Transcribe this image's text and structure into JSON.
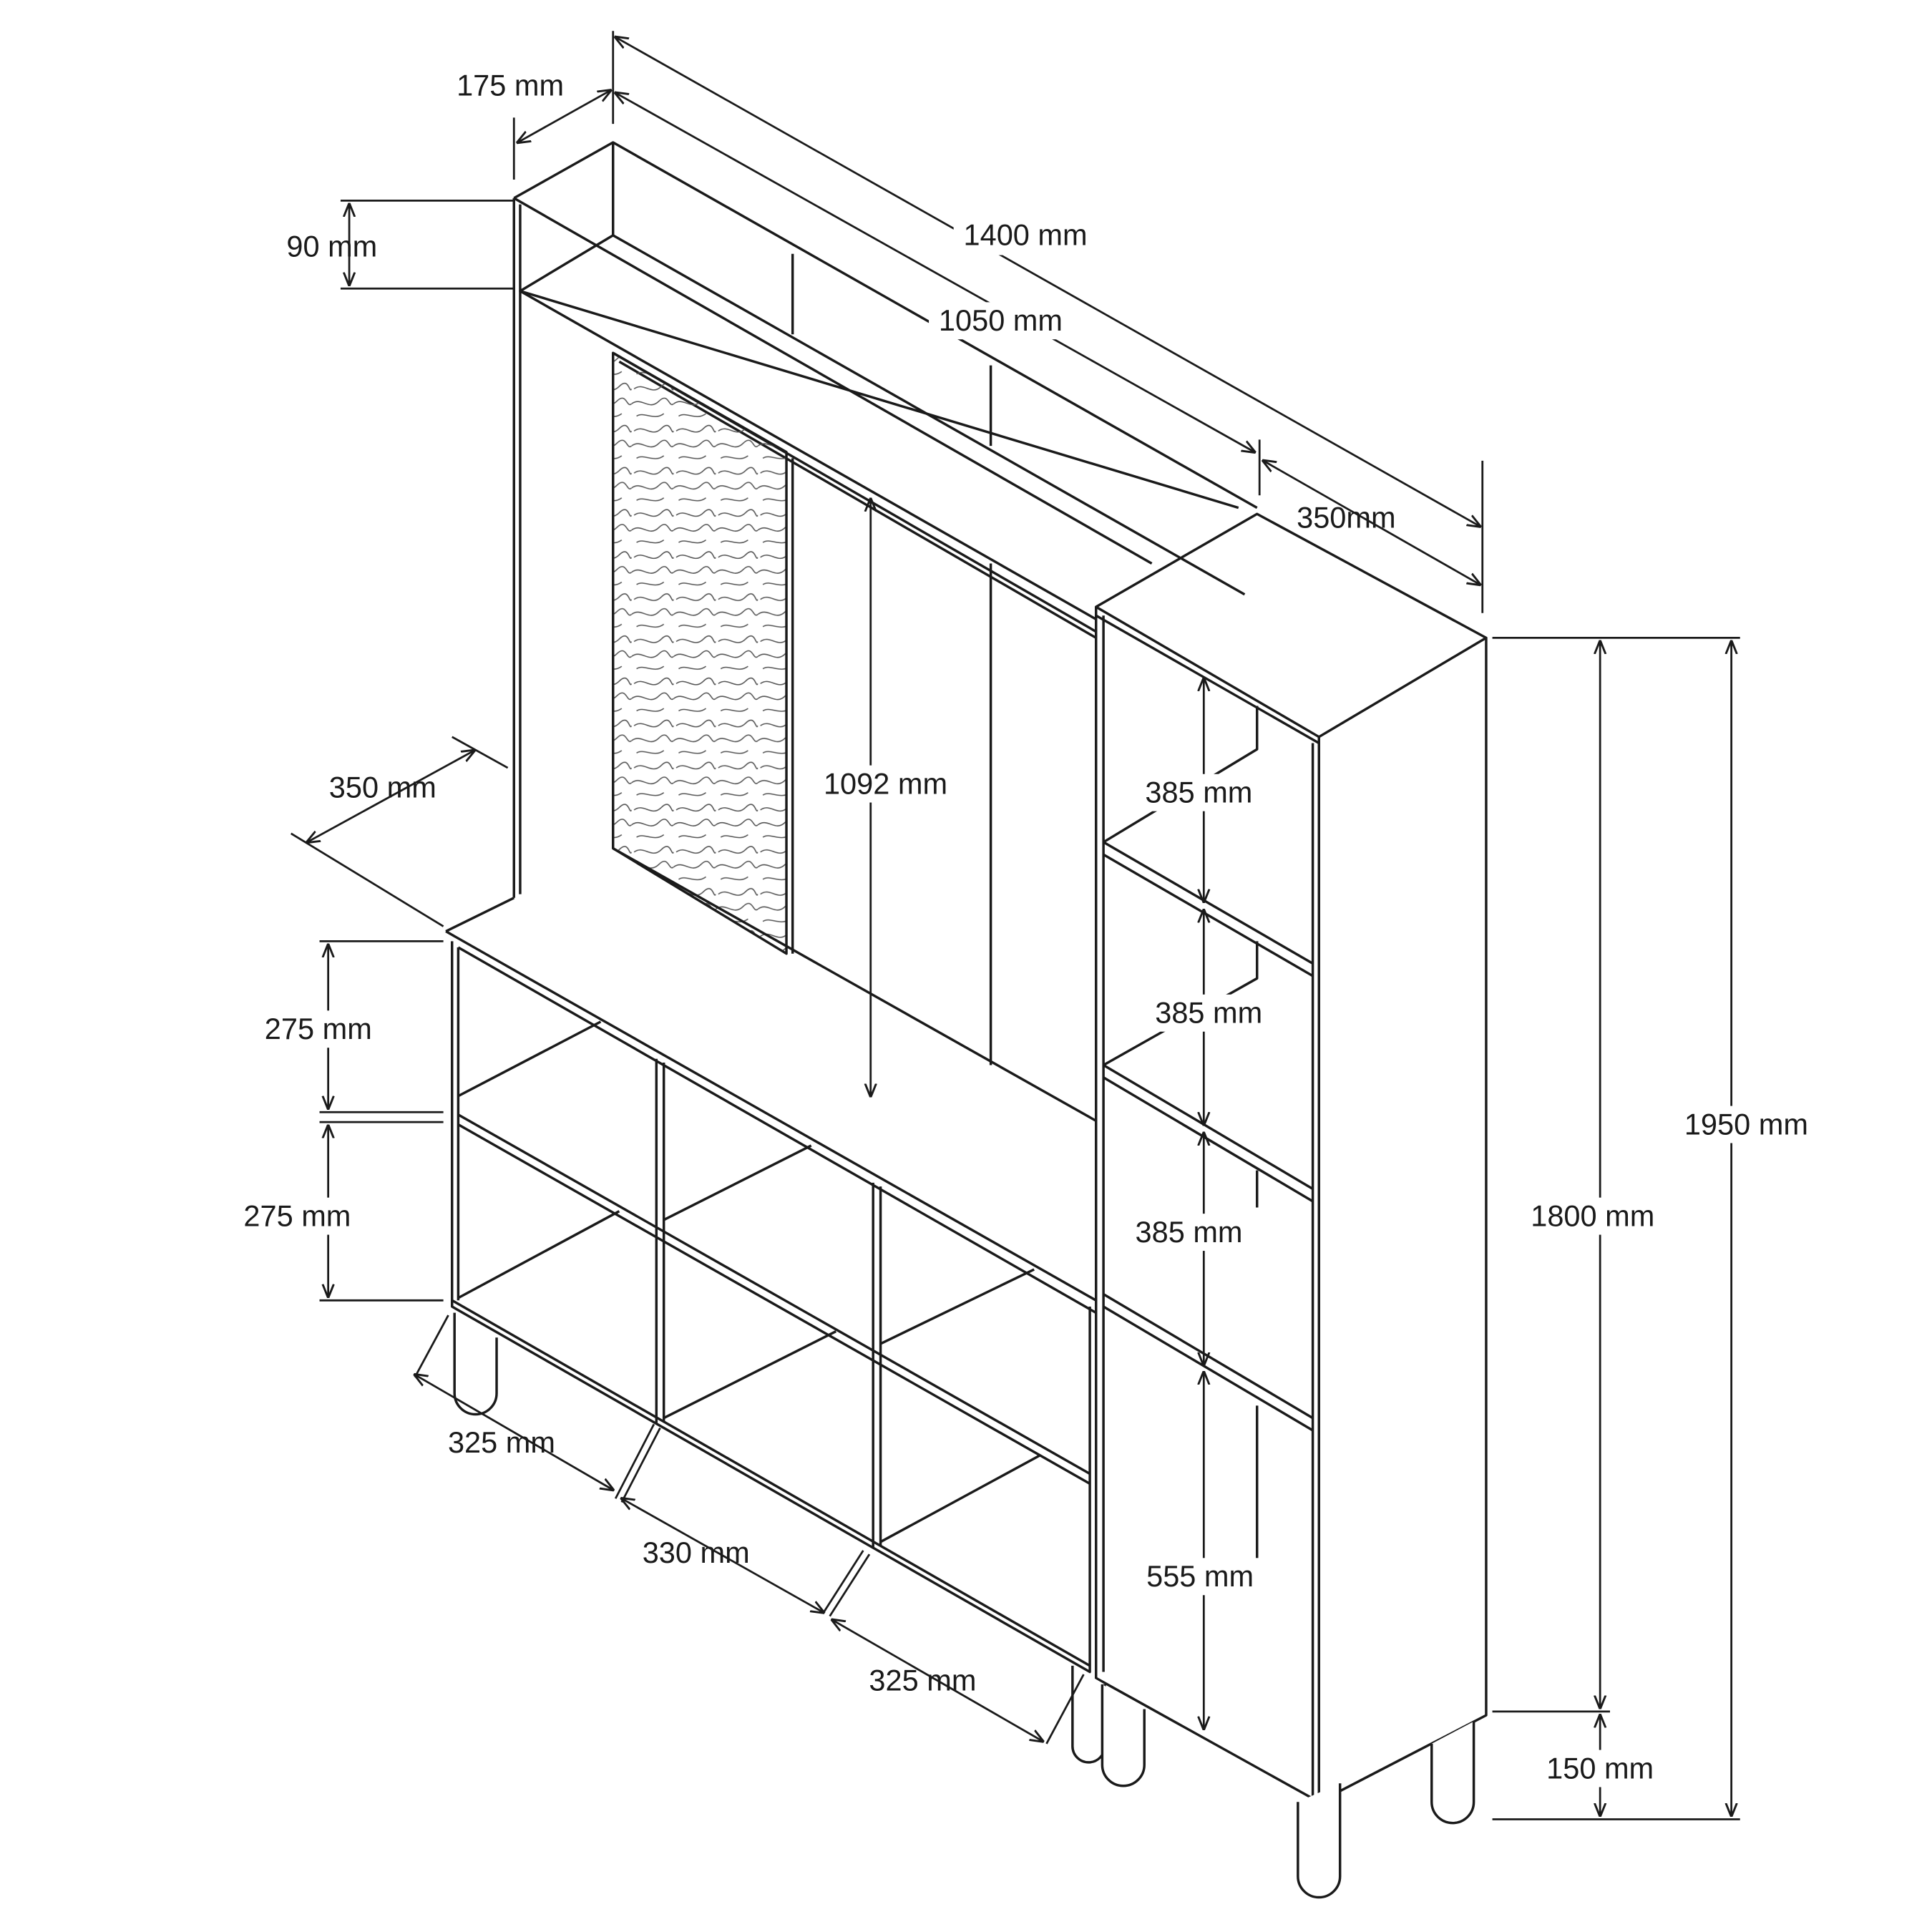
{
  "title": "Shelving unit dimension drawing",
  "dimensions": {
    "top_depth": "175 mm",
    "top_height": "90 mm",
    "total_width": "1400 mm",
    "upper_width": "1050 mm",
    "tower_width": "350mm",
    "lower_depth": "350 mm",
    "opening_height": "1092 mm",
    "tower_shelf_1": "385 mm",
    "tower_shelf_2": "385 mm",
    "tower_shelf_3": "385 mm",
    "tower_shelf_4": "555 mm",
    "body_height": "1800 mm",
    "total_height": "1950 mm",
    "leg_height": "150 mm",
    "lower_shelf_1": "275 mm",
    "lower_shelf_2": "275 mm",
    "cell_1": "325 mm",
    "cell_2": "330 mm",
    "cell_3": "325 mm"
  }
}
